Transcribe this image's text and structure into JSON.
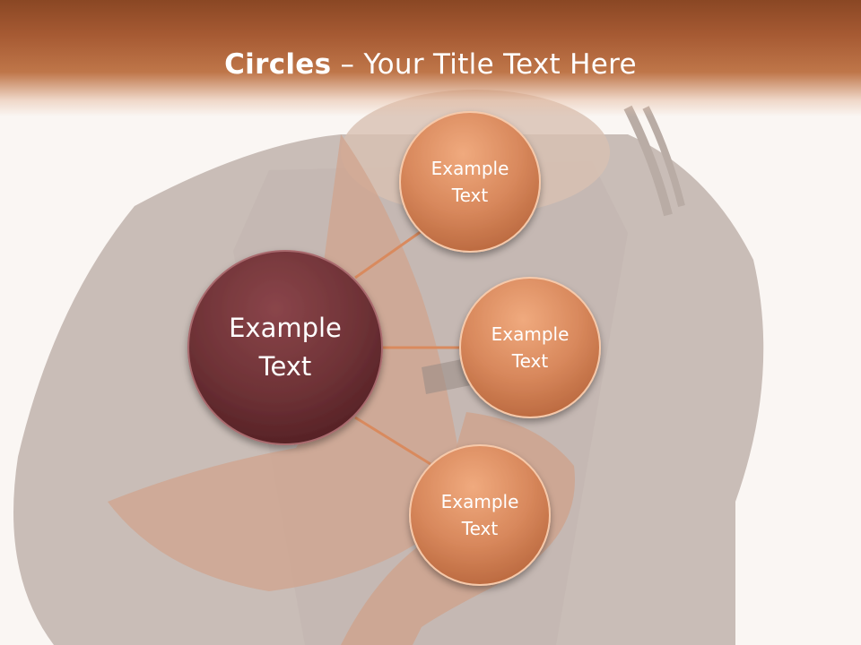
{
  "slide": {
    "title_bold": "Circles",
    "title_rest": " – Your Title Text Here"
  },
  "diagram": {
    "center": {
      "label": "Example\nText",
      "color": "#6e3236"
    },
    "nodes": [
      {
        "label": "Example\nText",
        "color": "#d3845a"
      },
      {
        "label": "Example\nText",
        "color": "#d3845a"
      },
      {
        "label": "Example\nText",
        "color": "#d3845a"
      }
    ],
    "connector_color": "#d98a5e"
  }
}
